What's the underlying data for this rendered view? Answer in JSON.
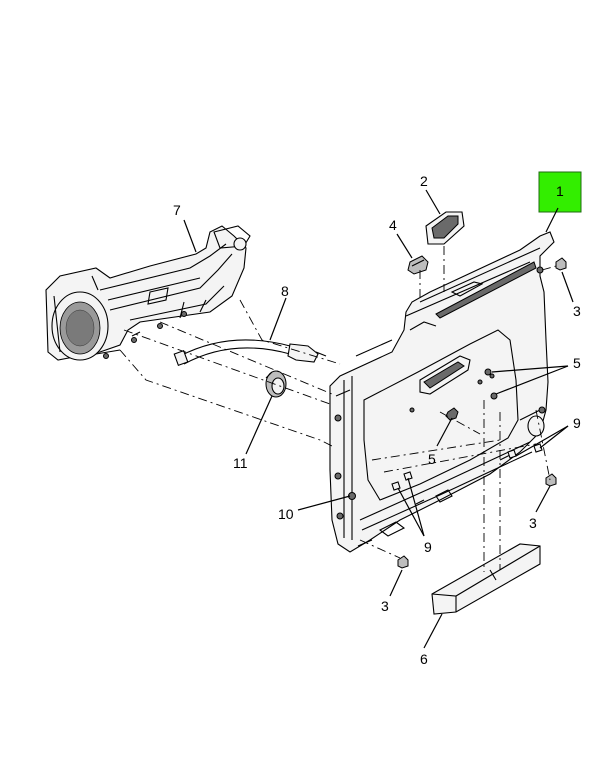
{
  "diagram": {
    "highlight_color": "#33ee00",
    "callouts": [
      {
        "id": "c1",
        "label": "1"
      },
      {
        "id": "c2",
        "label": "2"
      },
      {
        "id": "c3a",
        "label": "3"
      },
      {
        "id": "c3b",
        "label": "3"
      },
      {
        "id": "c3c",
        "label": "3"
      },
      {
        "id": "c4",
        "label": "4"
      },
      {
        "id": "c5a",
        "label": "5"
      },
      {
        "id": "c5b",
        "label": "5"
      },
      {
        "id": "c6",
        "label": "6"
      },
      {
        "id": "c7",
        "label": "7"
      },
      {
        "id": "c8",
        "label": "8"
      },
      {
        "id": "c9a",
        "label": "9"
      },
      {
        "id": "c9b",
        "label": "9"
      },
      {
        "id": "c10",
        "label": "10"
      },
      {
        "id": "c11",
        "label": "11"
      }
    ]
  }
}
